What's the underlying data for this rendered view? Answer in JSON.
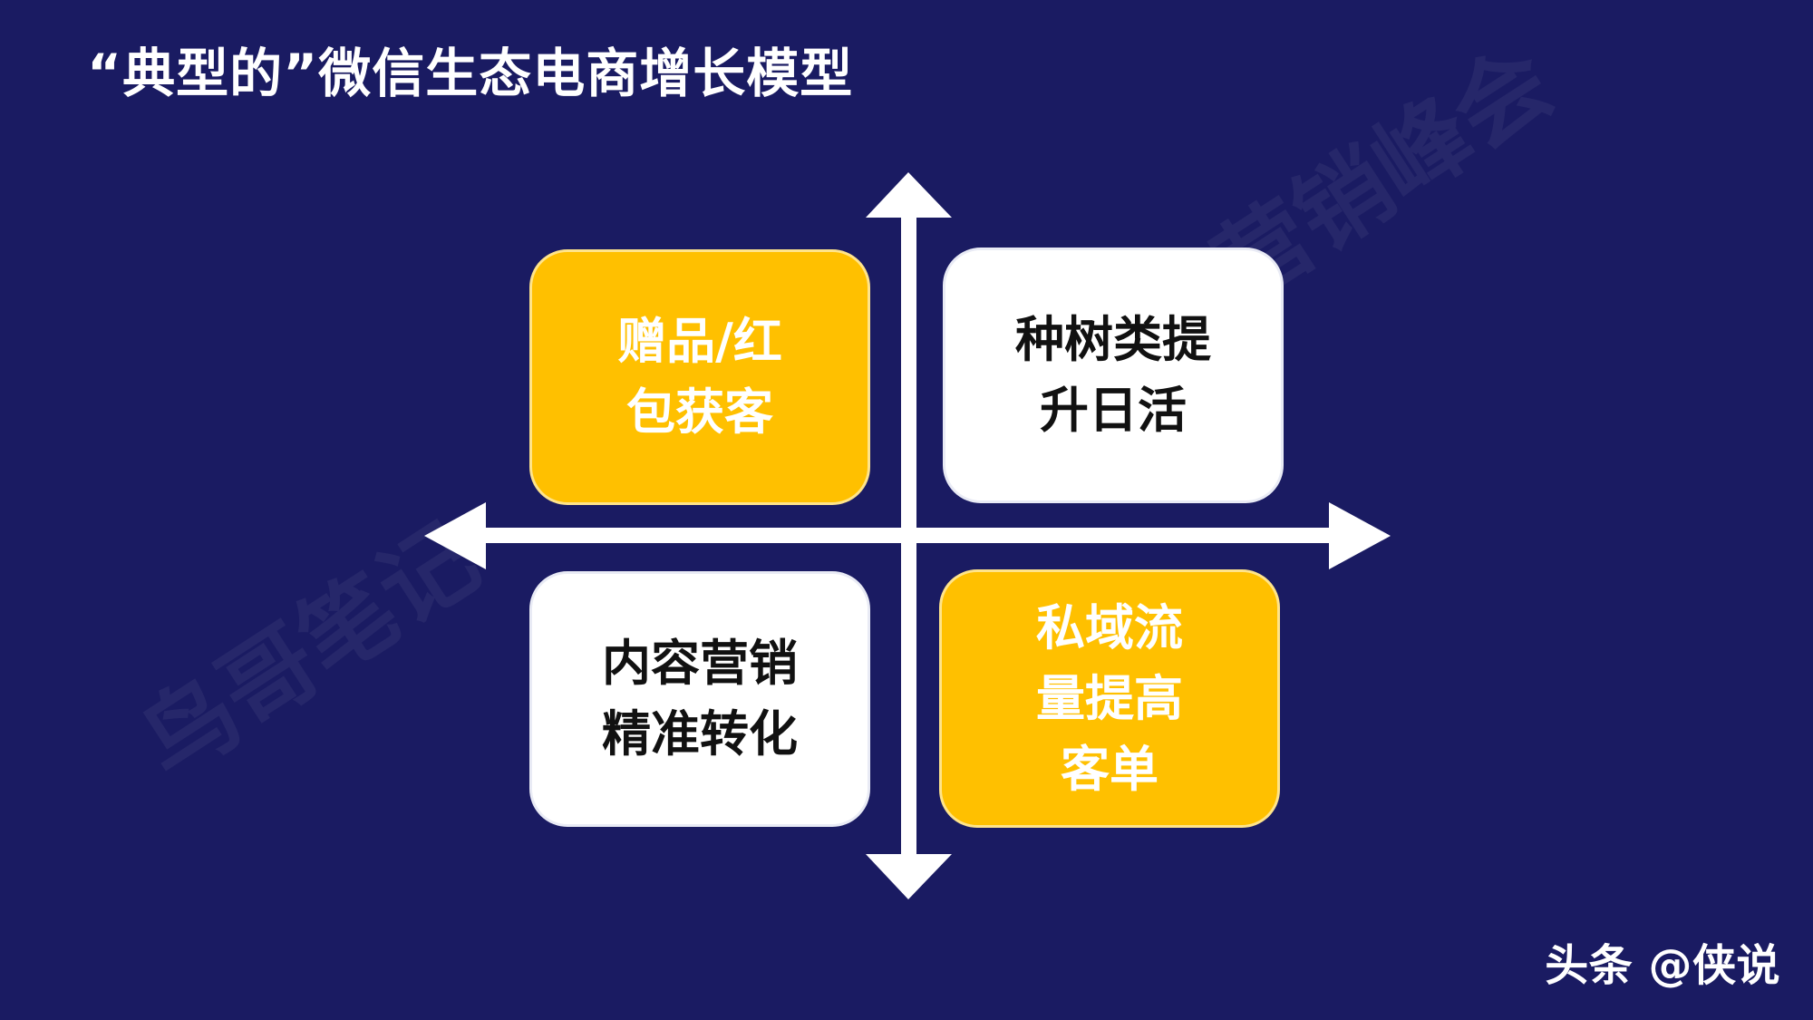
{
  "slide": {
    "title": "“典型的”微信生态电商增长模型",
    "watermarks": {
      "left": "鸟哥笔记",
      "right": "营销峰会"
    },
    "quadrants": [
      {
        "label": "赠品/红包获客",
        "style": "yellow"
      },
      {
        "label": "种树类提升日活",
        "style": "white"
      },
      {
        "label": "内容营销精准转化",
        "style": "white"
      },
      {
        "label": "私域流量提高客单",
        "style": "yellow"
      }
    ],
    "brand": "头条 @侠说"
  },
  "colors": {
    "background": "#1a1b62",
    "accent_yellow": "#ffc000",
    "white": "#ffffff",
    "text_dark": "#111111"
  }
}
